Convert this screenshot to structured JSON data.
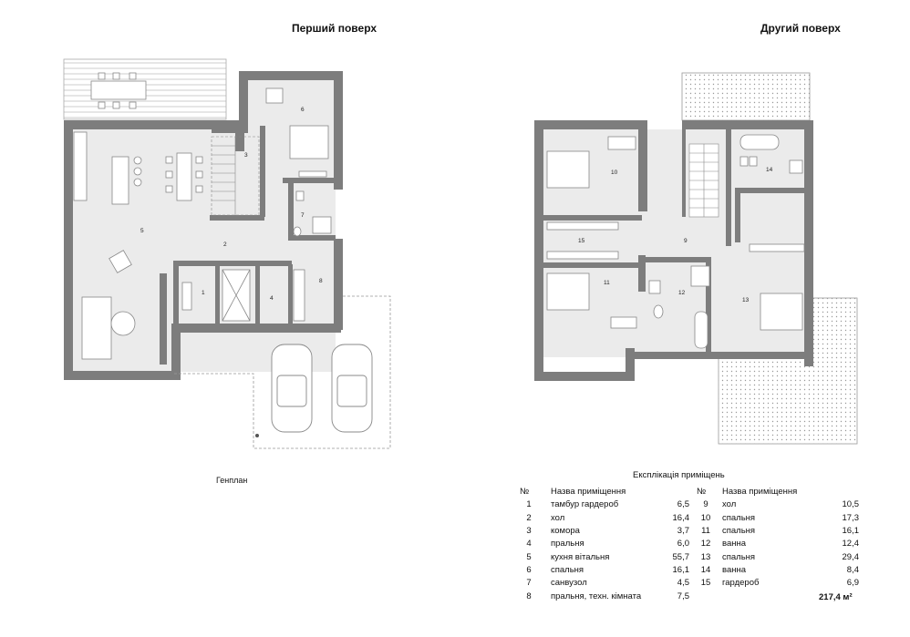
{
  "floors": {
    "first": "Перший поверх",
    "second": "Другий поверх"
  },
  "site_plan_label": "Генплан",
  "explication": {
    "title": "Експлікація приміщень",
    "col_no": "№",
    "col_name": "Назва приміщення",
    "left": [
      {
        "no": "1",
        "name": "тамбур гардероб",
        "area": "6,5"
      },
      {
        "no": "2",
        "name": "хол",
        "area": "16,4"
      },
      {
        "no": "3",
        "name": "комора",
        "area": "3,7"
      },
      {
        "no": "4",
        "name": "пральня",
        "area": "6,0"
      },
      {
        "no": "5",
        "name": "кухня вітальня",
        "area": "55,7"
      },
      {
        "no": "6",
        "name": "спальня",
        "area": "16,1"
      },
      {
        "no": "7",
        "name": "санвузол",
        "area": "4,5"
      },
      {
        "no": "8",
        "name": "пральня, техн. кімната",
        "area": "7,5"
      }
    ],
    "right": [
      {
        "no": "9",
        "name": "хол",
        "area": "10,5"
      },
      {
        "no": "10",
        "name": "спальня",
        "area": "17,3"
      },
      {
        "no": "11",
        "name": "спальня",
        "area": "16,1"
      },
      {
        "no": "12",
        "name": "ванна",
        "area": "12,4"
      },
      {
        "no": "13",
        "name": "спальня",
        "area": "29,4"
      },
      {
        "no": "14",
        "name": "ванна",
        "area": "8,4"
      },
      {
        "no": "15",
        "name": "гардероб",
        "area": "6,9"
      }
    ],
    "total": "217,4 м²"
  },
  "room_numbers": {
    "r1": "1",
    "r2": "2",
    "r3": "3",
    "r4": "4",
    "r5": "5",
    "r6": "6",
    "r7": "7",
    "r8": "8",
    "r9": "9",
    "r10": "10",
    "r11": "11",
    "r12": "12",
    "r13": "13",
    "r14": "14",
    "r15": "15"
  },
  "colors": {
    "wall": "#7d7d7d",
    "floor": "#ebebeb",
    "line": "#9a9a9a"
  }
}
